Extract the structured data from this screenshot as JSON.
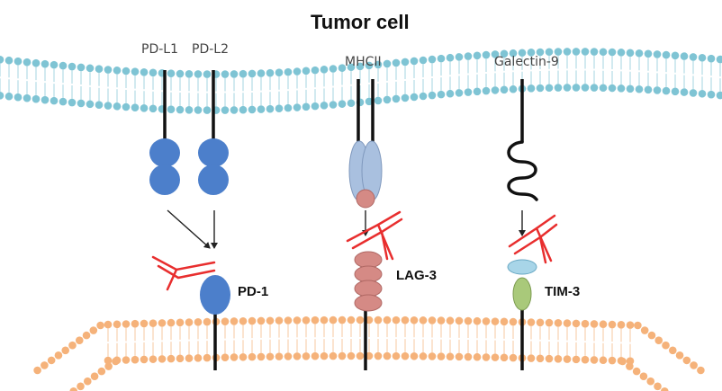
{
  "title": "Tumor cell",
  "tumor_ligands": {
    "pd_l1": "PD-L1",
    "pd_l2": "PD-L2",
    "mhcii": "MHCII",
    "galectin9": "Galectin-9"
  },
  "tcell_receptors": {
    "pd1": "PD-1",
    "lag3": "LAG-3",
    "tim3": "TIM-3"
  },
  "colors": {
    "tumor_membrane": "#7fc4d4",
    "tcell_membrane": "#f5b27a",
    "pd_blue": "#4c7fcb",
    "mhcii": "#a9c0df",
    "lag3": "#d58a85",
    "tim3_top": "#a8d5e8",
    "tim3_bottom": "#a9c97a",
    "antibody": "#e82e2e"
  }
}
